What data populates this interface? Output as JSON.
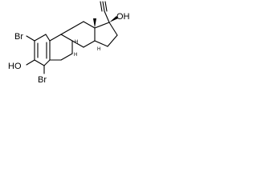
{
  "molecule": {
    "atom_labels": {
      "br_top": "Br",
      "br_bottom": "Br",
      "ho": "HO",
      "oh": "OH",
      "h_8": "H",
      "h_9": "H",
      "h_14": "H"
    }
  }
}
